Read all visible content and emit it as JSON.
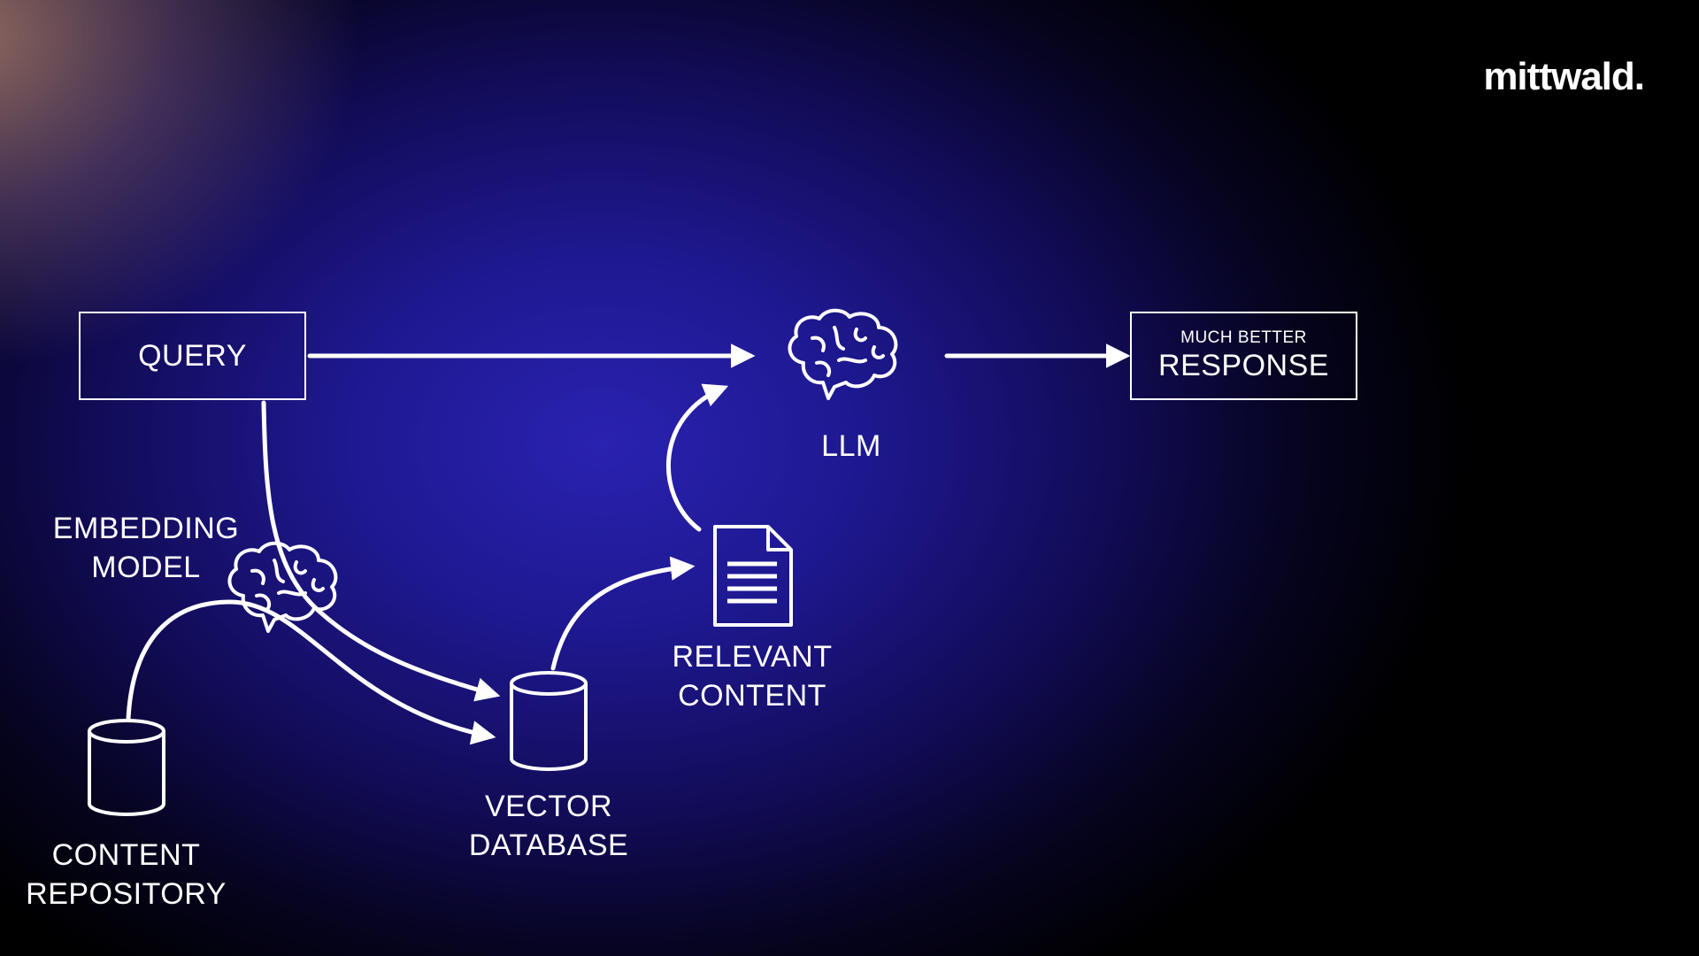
{
  "logo": "mittwald.",
  "nodes": {
    "query": "QUERY",
    "embedding_model": [
      "EMBEDDING",
      "MODEL"
    ],
    "content_repository": [
      "CONTENT",
      "REPOSITORY"
    ],
    "vector_database": [
      "VECTOR",
      "DATABASE"
    ],
    "relevant_content": [
      "RELEVANT",
      "CONTENT"
    ],
    "llm": "LLM",
    "response_small": "MUCH BETTER",
    "response": "RESPONSE"
  },
  "icons": {
    "embedding_model": "brain-icon",
    "llm": "brain-icon",
    "content_repository": "database-cylinder-icon",
    "vector_database": "database-cylinder-icon",
    "relevant_content": "document-icon"
  },
  "colors": {
    "foreground": "#ffffff",
    "accent_blue": "#2a22b0",
    "background": "#000000"
  }
}
